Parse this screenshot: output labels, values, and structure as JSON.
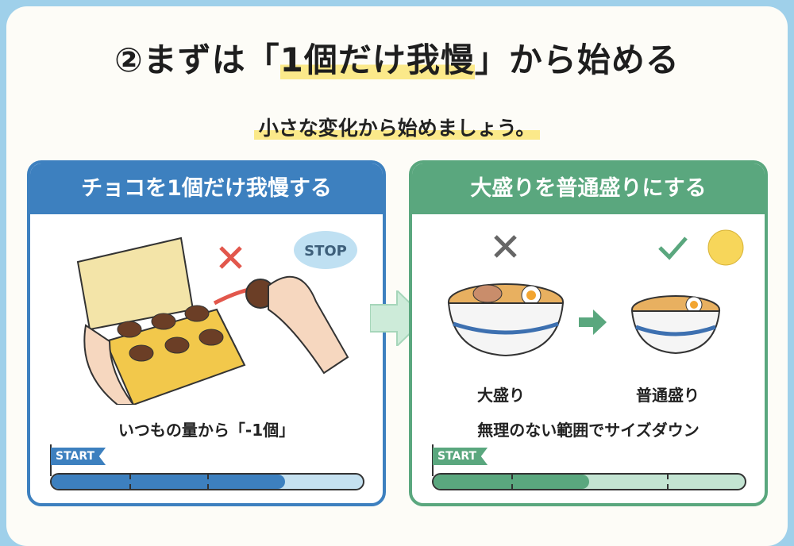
{
  "title": {
    "prefix": "②まずは「",
    "highlight": "1個だけ我慢",
    "suffix": "」から始める"
  },
  "subtitle": "小さな変化から始めましょう。",
  "left": {
    "header": "チョコを1個だけ我慢する",
    "bubble": "STOP",
    "caption": "いつもの量から「-1個」",
    "flag": "START",
    "progress": 0.75,
    "color": "#3d80bf",
    "light": "#c5e1f0"
  },
  "right": {
    "header": "大盛りを普通盛りにする",
    "bowl_large": "大盛り",
    "bowl_normal": "普通盛り",
    "caption": "無理のない範囲でサイズダウン",
    "flag": "START",
    "progress": 0.5,
    "color": "#5aa77e",
    "light": "#c3e4d2"
  }
}
